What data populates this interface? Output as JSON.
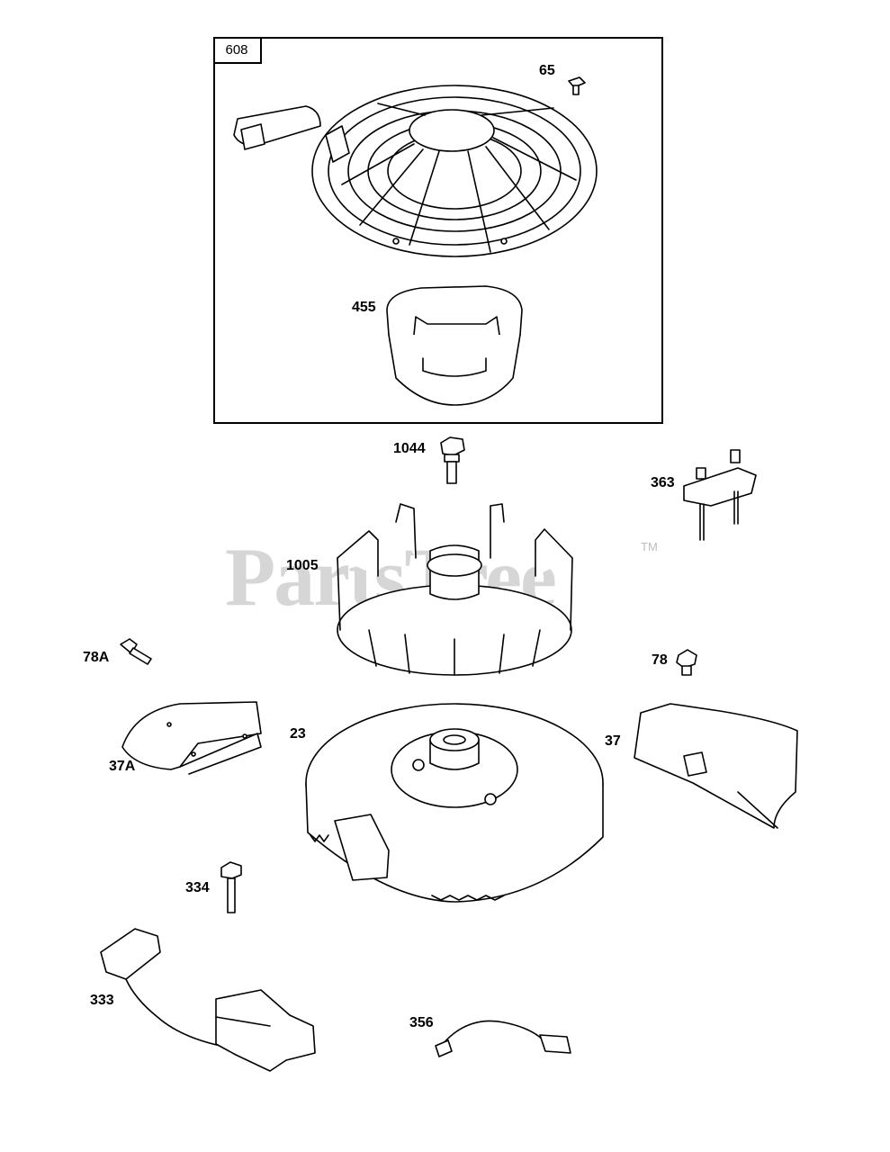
{
  "watermark": {
    "text": "PartsTree",
    "tm": "TM"
  },
  "kit": {
    "label": "608"
  },
  "callouts": {
    "p65": "65",
    "p455": "455",
    "p1044": "1044",
    "p363": "363",
    "p1005": "1005",
    "p78A": "78A",
    "p78": "78",
    "p37A": "37A",
    "p23": "23",
    "p37": "37",
    "p334": "334",
    "p333": "333",
    "p356": "356"
  }
}
